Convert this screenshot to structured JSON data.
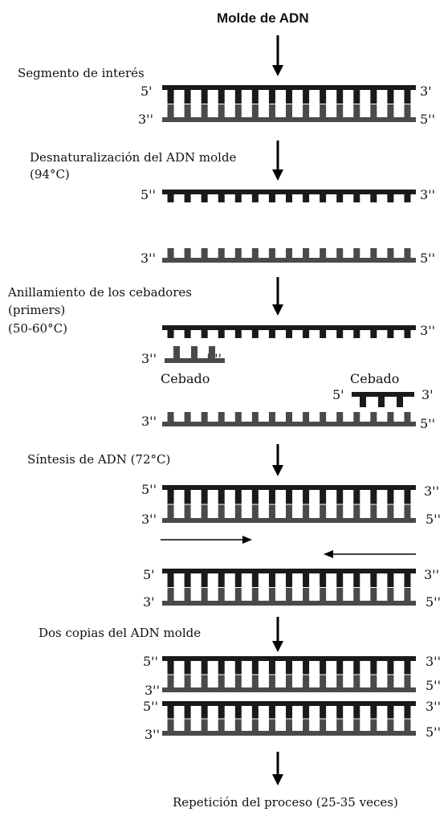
{
  "title": "Molde de ADN",
  "steps": {
    "segment": "Segmento  de interés",
    "denature_1": "Desnaturalización del ADN molde",
    "denature_2": "(94°C)",
    "anneal_1": "Anillamiento de los cebadores",
    "anneal_2": "(primers)",
    "anneal_3": " (50-60°C)",
    "synthesis": "Síntesis de ADN (72°C)",
    "copies": "Dos copias del ADN molde",
    "repeat": "Repetición del proceso (25-35 veces)"
  },
  "primer_label": "Cebado",
  "ends": {
    "five_prime": "5'",
    "three_prime": "3'",
    "five_double": "5''",
    "three_double": "3''"
  },
  "colors": {
    "strand": "#1a1a1a",
    "new_strand": "#4a4a4a",
    "text": "#111111"
  }
}
